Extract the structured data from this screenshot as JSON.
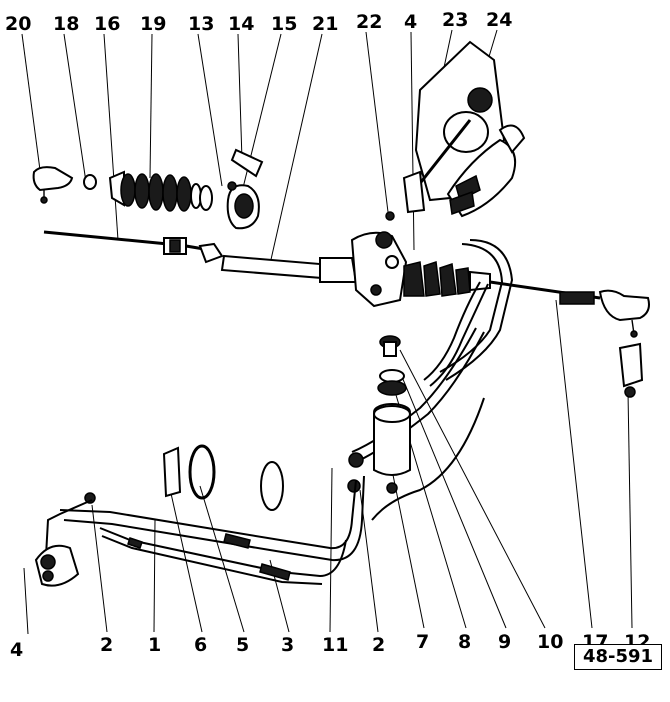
{
  "top_labels": [
    "20",
    "18",
    "16",
    "19",
    "13",
    "14",
    "15",
    "21",
    "22",
    "4",
    "23",
    "24"
  ],
  "bottom_labels": [
    "4",
    "2",
    "1",
    "6",
    "5",
    "3",
    "11",
    "2",
    "7",
    "8",
    "9",
    "10",
    "17",
    "12"
  ],
  "reference": "48-591"
}
